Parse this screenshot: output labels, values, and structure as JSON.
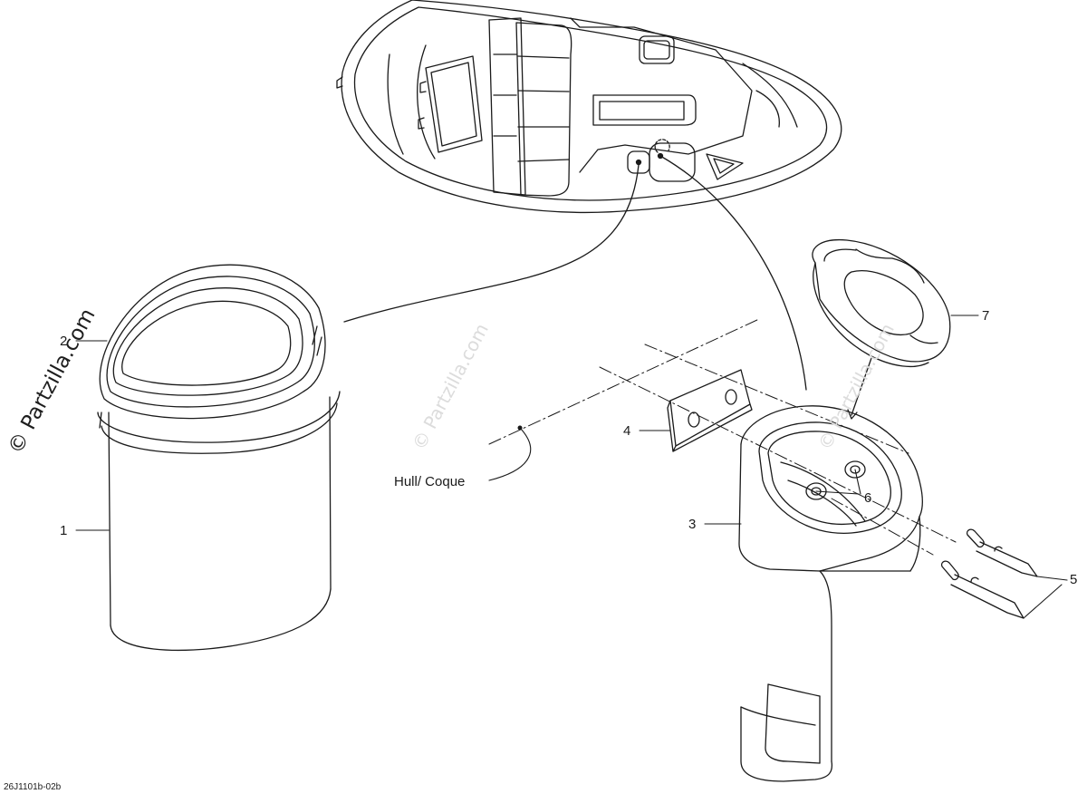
{
  "labels": {
    "item_1": "1",
    "item_2": "2",
    "item_3": "3",
    "item_4": "4",
    "item_5": "5",
    "item_6": "6",
    "item_7": "7",
    "hull": "Hull/ Coque"
  },
  "figure_code": "26J1101b-02b",
  "watermark": "© Partzilla.com"
}
